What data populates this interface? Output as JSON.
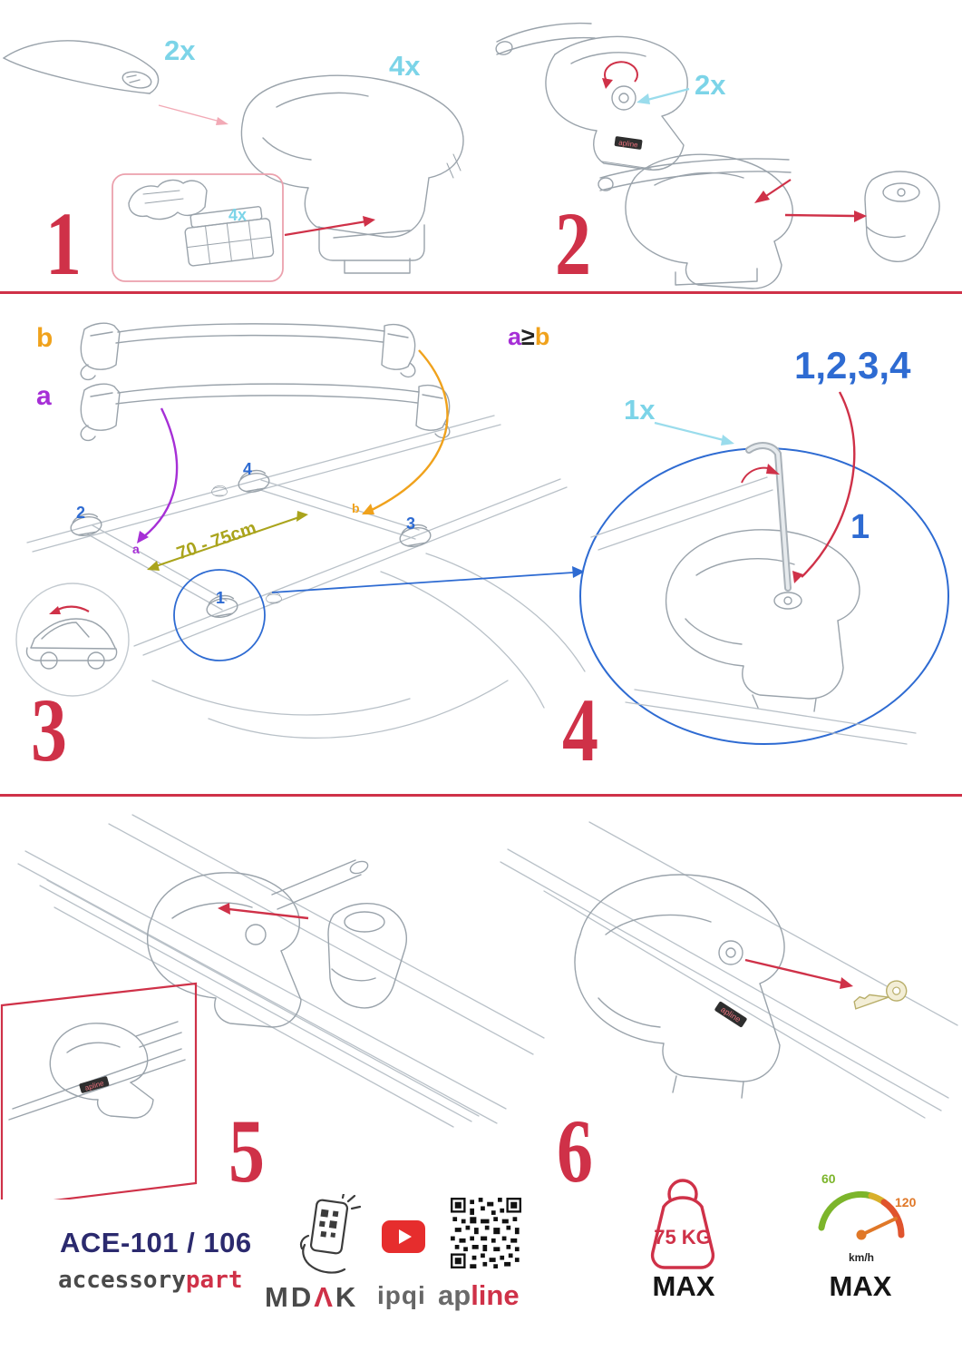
{
  "colors": {
    "accent_red": "#cf3148",
    "cyan": "#7cd4e8",
    "blue": "#2e6bd2",
    "orange": "#f0a21c",
    "purple": "#a62fd6",
    "olive": "#aaa41c",
    "navy": "#2b2a6e",
    "green": "#7cb52b"
  },
  "step1": {
    "num": "1",
    "bar_qty": "2x",
    "foot_qty": "4x",
    "pad_qty": "4x"
  },
  "step2": {
    "num": "2",
    "lock_qty": "2x"
  },
  "step3": {
    "num": "3",
    "bar_b_label": "b",
    "bar_a_label": "a",
    "distance": "70 - 75cm",
    "roof": {
      "p1": "1",
      "p2": "2",
      "p3": "3",
      "p4": "4",
      "a": "a",
      "b": "b"
    }
  },
  "step4": {
    "num": "4",
    "rule_a": "a",
    "rule_op": "≥",
    "rule_b": "b",
    "sequence": "1,2,3,4",
    "key_qty": "1x",
    "first": "1"
  },
  "step5": {
    "num": "5"
  },
  "step6": {
    "num": "6"
  },
  "sticker": {
    "brand": "apline"
  },
  "footer": {
    "model": "ACE-101 / 106",
    "brand_gray": "accessory",
    "brand_red": "part",
    "mdak_pre": "MD",
    "mdak_accent": "Λ",
    "mdak_post": "K",
    "ipqi": "ipqi",
    "apline_gray": "ap",
    "apline_red": "line",
    "weight": {
      "value": "75 KG",
      "max": "MAX"
    },
    "speed": {
      "low": "60",
      "high": "120",
      "unit": "km/h",
      "max": "MAX"
    }
  }
}
